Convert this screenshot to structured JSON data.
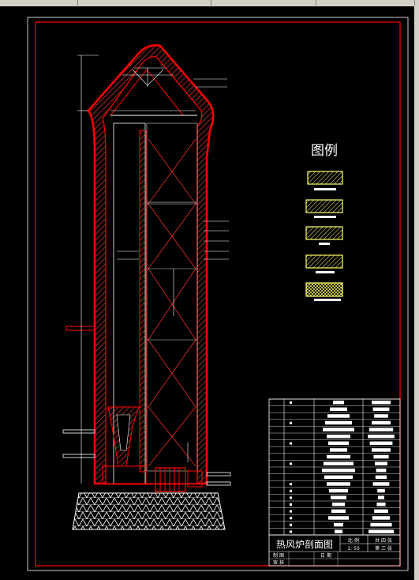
{
  "window": {
    "tabs": [
      "",
      "",
      "",
      ""
    ]
  },
  "drawing": {
    "legend_title": "图例",
    "title_block": {
      "drawing_name": "热风炉剖面图",
      "scale_label": "比 例",
      "scale_value": "1: 50",
      "sheet_total": "共 四 张",
      "sheet_no": "第 三 张",
      "drawn_by_label": "制 图",
      "reviewed_by_label": "审 核",
      "date_label": "日 期"
    },
    "colors": {
      "outline": "#ff0000",
      "lines": "#ffffff",
      "legend_fill": "#ffff66",
      "background": "#000000"
    }
  }
}
